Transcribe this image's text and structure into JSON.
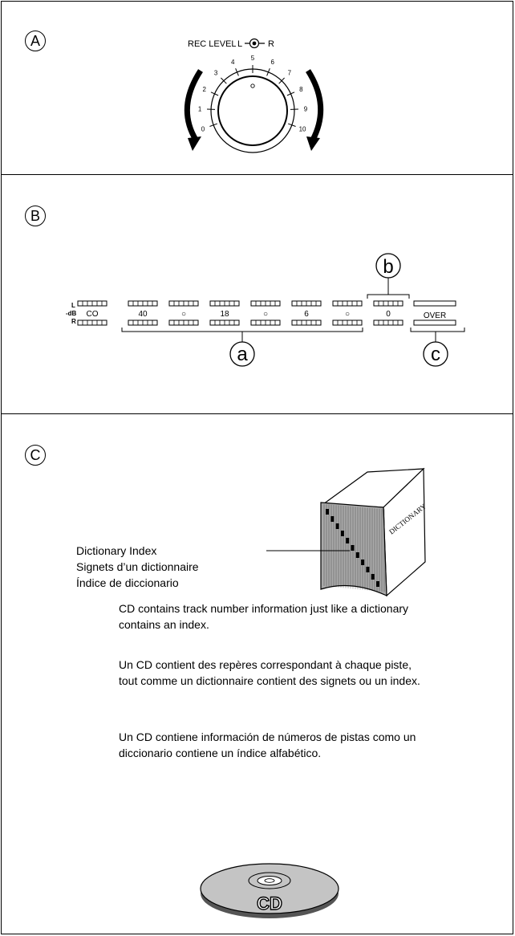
{
  "panel_a": {
    "letter": "A",
    "rec_level_label": "REC LEVEL",
    "left_label": "L",
    "right_label": "R",
    "dial_ticks": [
      "0",
      "1",
      "2",
      "3",
      "4",
      "5",
      "6",
      "7",
      "8",
      "9",
      "10"
    ]
  },
  "panel_b": {
    "letter": "B",
    "channel_l": "L",
    "channel_db": "-dB",
    "channel_r": "R",
    "scale_labels": [
      "CO",
      "40",
      "○",
      "18",
      "○",
      "6",
      "○",
      "0"
    ],
    "over_label": "OVER",
    "callouts": [
      "a",
      "b",
      "c"
    ]
  },
  "panel_c": {
    "letter": "C",
    "book_spine_label": "DICTIONARY",
    "legend": [
      "Dictionary Index",
      "Signets d’un dictionnaire",
      "Índice de diccionario"
    ],
    "paragraphs": [
      "CD contains track number information just like a dictionary contains an index.",
      "Un CD contient des repères correspondant à chaque piste, tout comme un dictionnaire contient des signets ou un index.",
      "Un CD contiene información de números de pistas como un diccionario contiene un índice alfabético."
    ],
    "cd_label": "CD"
  }
}
